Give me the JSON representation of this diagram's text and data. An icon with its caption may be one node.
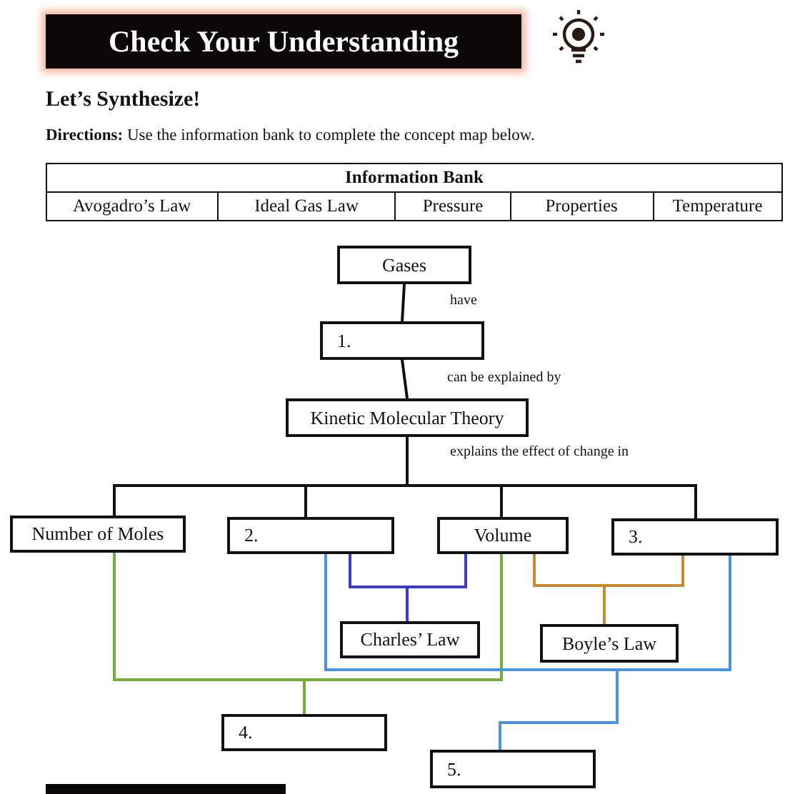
{
  "diagram": {
    "title": "Check Your Understanding",
    "nodes": [
      {
        "text": [
          "Gases"
        ]
      },
      {
        "text": [
          "1."
        ]
      },
      {
        "text": [
          "Kinetic Molecular Theory"
        ]
      },
      {
        "text": [
          "Number of Moles"
        ]
      },
      {
        "text": [
          "2."
        ]
      },
      {
        "text": [
          "Volume"
        ]
      },
      {
        "text": [
          "3."
        ]
      },
      {
        "text": [
          "Charles’ Law"
        ]
      },
      {
        "text": [
          "Boyle’s Law"
        ]
      },
      {
        "text": [
          "4."
        ]
      },
      {
        "text": [
          "5."
        ]
      }
    ],
    "edges": [
      {
        "from": 0,
        "to": 1,
        "arrow": "none",
        "label": "have"
      },
      {
        "from": 1,
        "to": 2,
        "arrow": "none",
        "label": "can be explained by"
      },
      {
        "from": 2,
        "to": 3,
        "arrow": "none",
        "label": "explains the effect of change in"
      },
      {
        "from": 2,
        "to": 4,
        "arrow": "none"
      },
      {
        "from": 2,
        "to": 5,
        "arrow": "none"
      },
      {
        "from": 2,
        "to": 6,
        "arrow": "none"
      },
      {
        "from": 4,
        "to": 7,
        "arrow": "none",
        "color": "#3d3dc2"
      },
      {
        "from": 5,
        "to": 7,
        "arrow": "none",
        "color": "#3d3dc2"
      },
      {
        "from": 5,
        "to": 8,
        "arrow": "none",
        "color": "#c88a2c"
      },
      {
        "from": 6,
        "to": 8,
        "arrow": "none",
        "color": "#c88a2c"
      },
      {
        "from": 3,
        "to": 9,
        "arrow": "none",
        "color": "#72ad3e"
      },
      {
        "from": 5,
        "to": 9,
        "arrow": "none",
        "color": "#72ad3e"
      },
      {
        "from": 4,
        "to": 10,
        "arrow": "none",
        "color": "#4b93dc"
      },
      {
        "from": 6,
        "to": 10,
        "arrow": "none",
        "color": "#4b93dc"
      }
    ],
    "labels": [
      "Let’s Synthesize!",
      "**Directions:** Use the information bank to complete the concept map below.",
      "Information Bank",
      "Avogadro’s Law",
      "Ideal Gas Law",
      "Pressure",
      "Properties",
      "Temperature"
    ]
  }
}
